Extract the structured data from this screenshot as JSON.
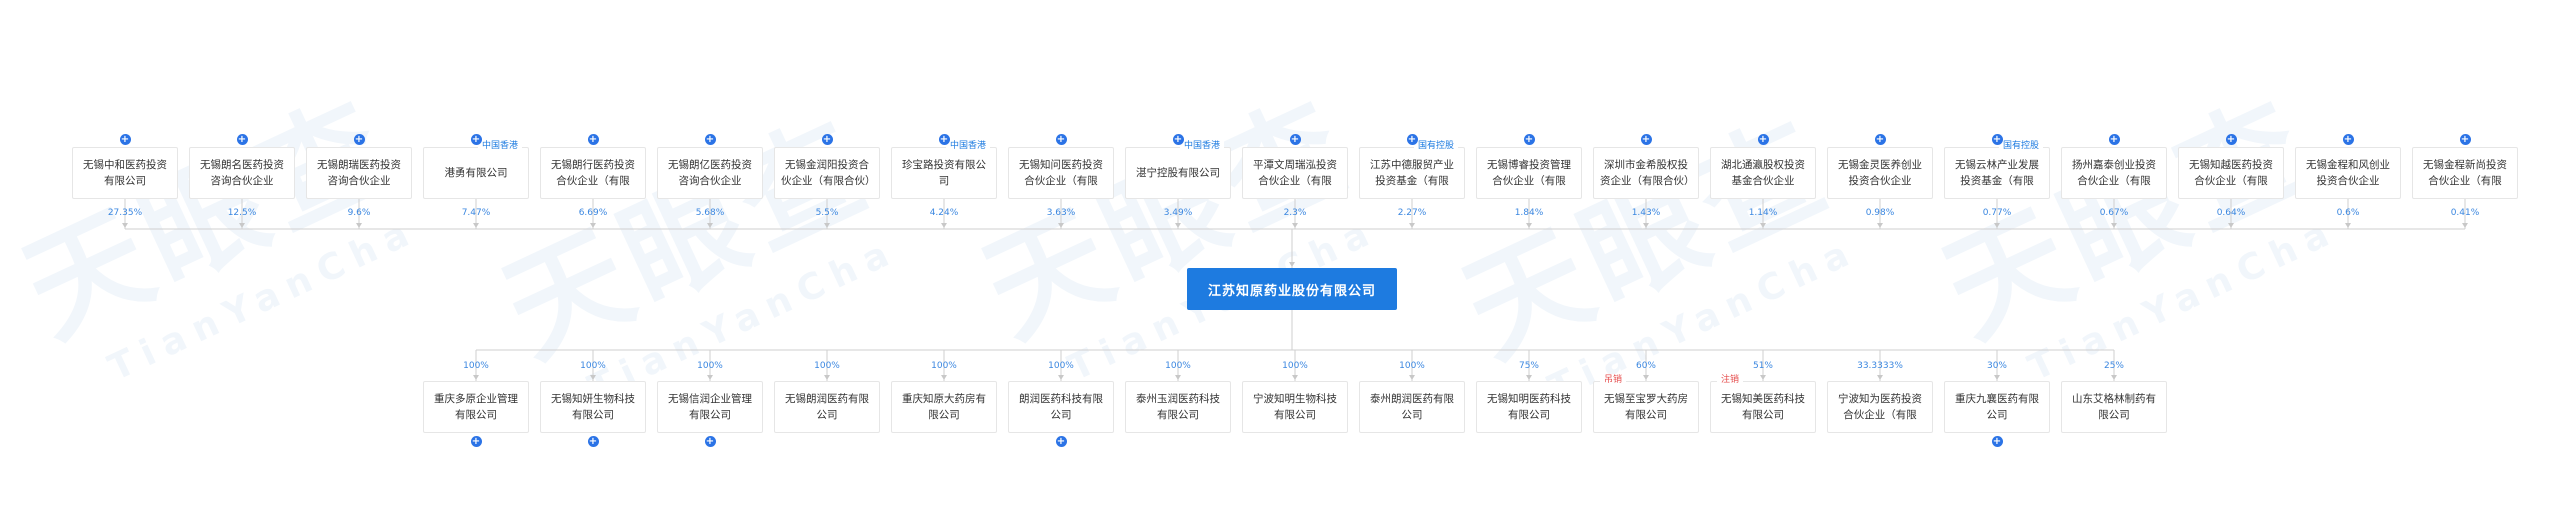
{
  "center": {
    "name": "江苏知原药业股份有限公司"
  },
  "watermark": {
    "main": "天眼查",
    "sub": "TianYanCha"
  },
  "shareholders": [
    {
      "name": "无锡中和医药投资有限公司",
      "pct": "27.35%",
      "tag": ""
    },
    {
      "name": "无锡朗名医药投资咨询合伙企业（有...",
      "pct": "12.5%",
      "tag": ""
    },
    {
      "name": "无锡朗瑞医药投资咨询合伙企业（有...",
      "pct": "9.6%",
      "tag": ""
    },
    {
      "name": "港勇有限公司",
      "pct": "7.47%",
      "tag": "中国香港"
    },
    {
      "name": "无锡朗行医药投资合伙企业（有限合...",
      "pct": "6.69%",
      "tag": ""
    },
    {
      "name": "无锡朗亿医药投资咨询合伙企业（有...",
      "pct": "5.68%",
      "tag": ""
    },
    {
      "name": "无锡金润阳投资合伙企业（有限合伙）",
      "pct": "5.5%",
      "tag": ""
    },
    {
      "name": "珍宝路投资有限公司",
      "pct": "4.24%",
      "tag": "中国香港"
    },
    {
      "name": "无锡知问医药投资合伙企业（有限合...",
      "pct": "3.63%",
      "tag": ""
    },
    {
      "name": "湛宁控股有限公司",
      "pct": "3.49%",
      "tag": "中国香港"
    },
    {
      "name": "平潭文周瑞泓投资合伙企业（有限合...",
      "pct": "2.3%",
      "tag": ""
    },
    {
      "name": "江苏中德服贸产业投资基金（有限合...",
      "pct": "2.27%",
      "tag": "国有控股"
    },
    {
      "name": "无锡博睿投资管理合伙企业（有限合...",
      "pct": "1.84%",
      "tag": ""
    },
    {
      "name": "深圳市金希股权投资企业（有限合伙）",
      "pct": "1.43%",
      "tag": ""
    },
    {
      "name": "湖北通瀛股权投资基金合伙企业（有...",
      "pct": "1.14%",
      "tag": ""
    },
    {
      "name": "无锡金灵医养创业投资合伙企业（有...",
      "pct": "0.98%",
      "tag": ""
    },
    {
      "name": "无锡云林产业发展投资基金（有限合...",
      "pct": "0.77%",
      "tag": "国有控股"
    },
    {
      "name": "扬州嘉泰创业投资合伙企业（有限合...",
      "pct": "0.67%",
      "tag": ""
    },
    {
      "name": "无锡知越医药投资合伙企业（有限合...",
      "pct": "0.64%",
      "tag": ""
    },
    {
      "name": "无锡金程和风创业投资合伙企业（有...",
      "pct": "0.6%",
      "tag": ""
    },
    {
      "name": "无锡金程新尚投资合伙企业（有限合...",
      "pct": "0.41%",
      "tag": ""
    }
  ],
  "investments": [
    {
      "name": "重庆多原企业管理有限公司",
      "pct": "100%",
      "tag": "",
      "expand": true
    },
    {
      "name": "无锡知妍生物科技有限公司",
      "pct": "100%",
      "tag": "",
      "expand": true
    },
    {
      "name": "无锡信润企业管理有限公司",
      "pct": "100%",
      "tag": "",
      "expand": true
    },
    {
      "name": "无锡朗润医药有限公司",
      "pct": "100%",
      "tag": "",
      "expand": false
    },
    {
      "name": "重庆知原大药房有限公司",
      "pct": "100%",
      "tag": "",
      "expand": false
    },
    {
      "name": "朗润医药科技有限公司",
      "pct": "100%",
      "tag": "",
      "expand": true
    },
    {
      "name": "泰州玉润医药科技有限公司",
      "pct": "100%",
      "tag": "",
      "expand": false
    },
    {
      "name": "宁波知明生物科技有限公司",
      "pct": "100%",
      "tag": "",
      "expand": false
    },
    {
      "name": "泰州朗润医药有限公司",
      "pct": "100%",
      "tag": "",
      "expand": false
    },
    {
      "name": "无锡知明医药科技有限公司",
      "pct": "75%",
      "tag": "",
      "expand": false
    },
    {
      "name": "无锡至宝罗大药房有限公司",
      "pct": "60%",
      "tag": "吊销",
      "expand": false
    },
    {
      "name": "无锡知美医药科技有限公司",
      "pct": "51%",
      "tag": "注销",
      "expand": false
    },
    {
      "name": "宁波知为医药投资合伙企业（有限合...",
      "pct": "33.3333%",
      "tag": "",
      "expand": false
    },
    {
      "name": "重庆九襄医药有限公司",
      "pct": "30%",
      "tag": "",
      "expand": true
    },
    {
      "name": "山东艾格林制药有限公司",
      "pct": "25%",
      "tag": "",
      "expand": false
    }
  ],
  "plus_symbol": "+"
}
